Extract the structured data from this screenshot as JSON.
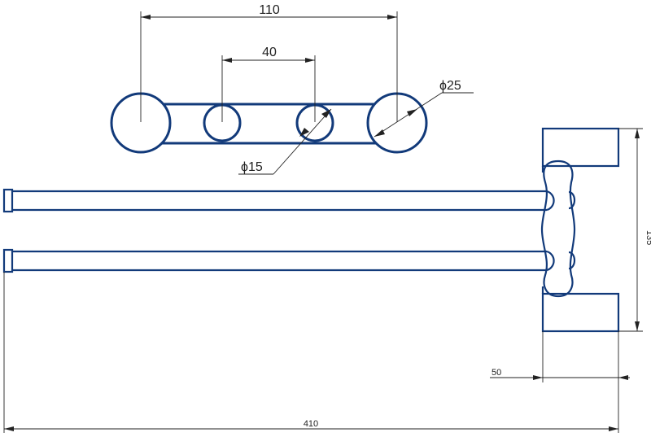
{
  "colors": {
    "outline": "#123a7a",
    "lines": "#222222",
    "background": "#ffffff"
  },
  "top_view": {
    "dim_overall": "110",
    "dim_center": "40",
    "dim_small_diameter": "ϕ15",
    "dim_large_diameter": "ϕ25"
  },
  "side_view": {
    "dim_height": "135",
    "dim_depth": "50",
    "dim_length": "410"
  }
}
